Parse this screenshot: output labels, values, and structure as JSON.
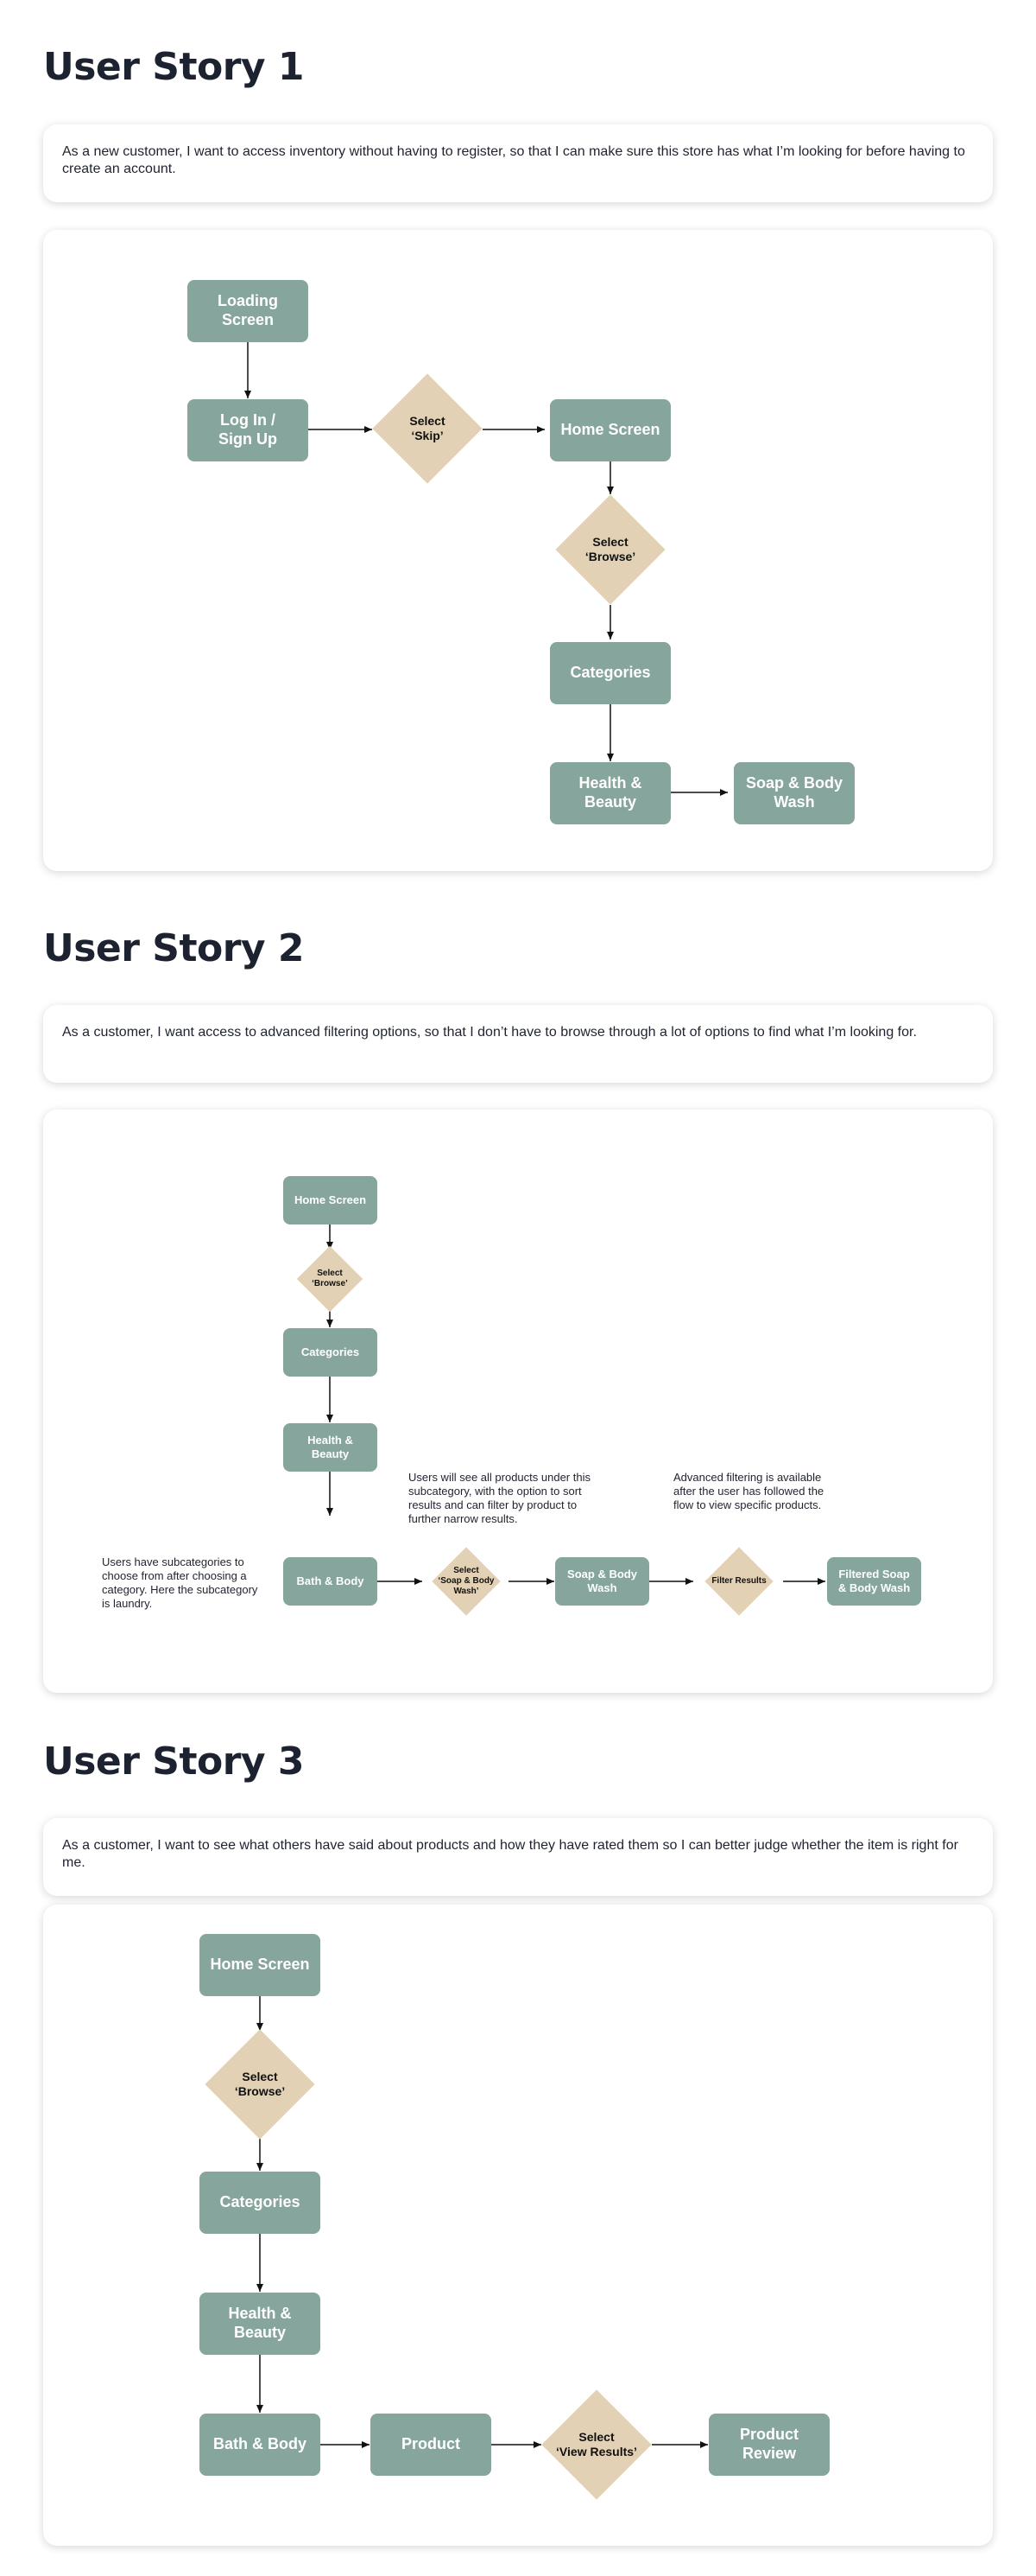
{
  "story1": {
    "title": "User Story 1",
    "text": "As a new customer, I want to access inventory without having to register, so that I can make sure this store has what I’m looking for before having to create an account.",
    "nodes": {
      "loading": "Loading\nScreen",
      "login": "Log In /\nSign Up",
      "skip": "Select\n‘Skip’",
      "home": "Home Screen",
      "browse": "Select\n‘Browse’",
      "categories": "Categories",
      "health": "Health &\nBeauty",
      "soap": "Soap & Body\nWash"
    }
  },
  "story2": {
    "title": "User Story 2",
    "text": "As a customer, I want access to advanced filtering options, so that I don’t have to browse through a lot of options to find what I’m looking for.",
    "nodes": {
      "home": "Home Screen",
      "browse": "Select\n‘Browse’",
      "categories": "Categories",
      "health": "Health &\nBeauty",
      "bath": "Bath & Body",
      "select_soap": "Select\n‘Soap & Body\nWash’",
      "soap": "Soap & Body\nWash",
      "filter": "Filter Results",
      "filtered": "Filtered Soap\n& Body Wash"
    },
    "notes": {
      "subcategories": "Users have subcategories to choose from after choosing a category. Here the subcategory is laundry.",
      "sort": "Users will see all products under this subcategory, with the option to sort results and  can filter by product to further narrow results.",
      "advanced": "Advanced filtering is available after the user has followed the flow to view specific products."
    }
  },
  "story3": {
    "title": "User Story 3",
    "text": "As a customer, I want to see what others have said about products and how they have rated them so I can better judge whether the item is right for me.",
    "nodes": {
      "home": "Home Screen",
      "browse": "Select\n‘Browse’",
      "categories": "Categories",
      "health": "Health &\nBeauty",
      "bath": "Bath & Body",
      "product": "Product",
      "view": "Select\n‘View Results’",
      "review": "Product\nReview"
    }
  },
  "colors": {
    "process": "#86a59c",
    "decision": "#e2d1b4",
    "heading": "#1d2231"
  }
}
